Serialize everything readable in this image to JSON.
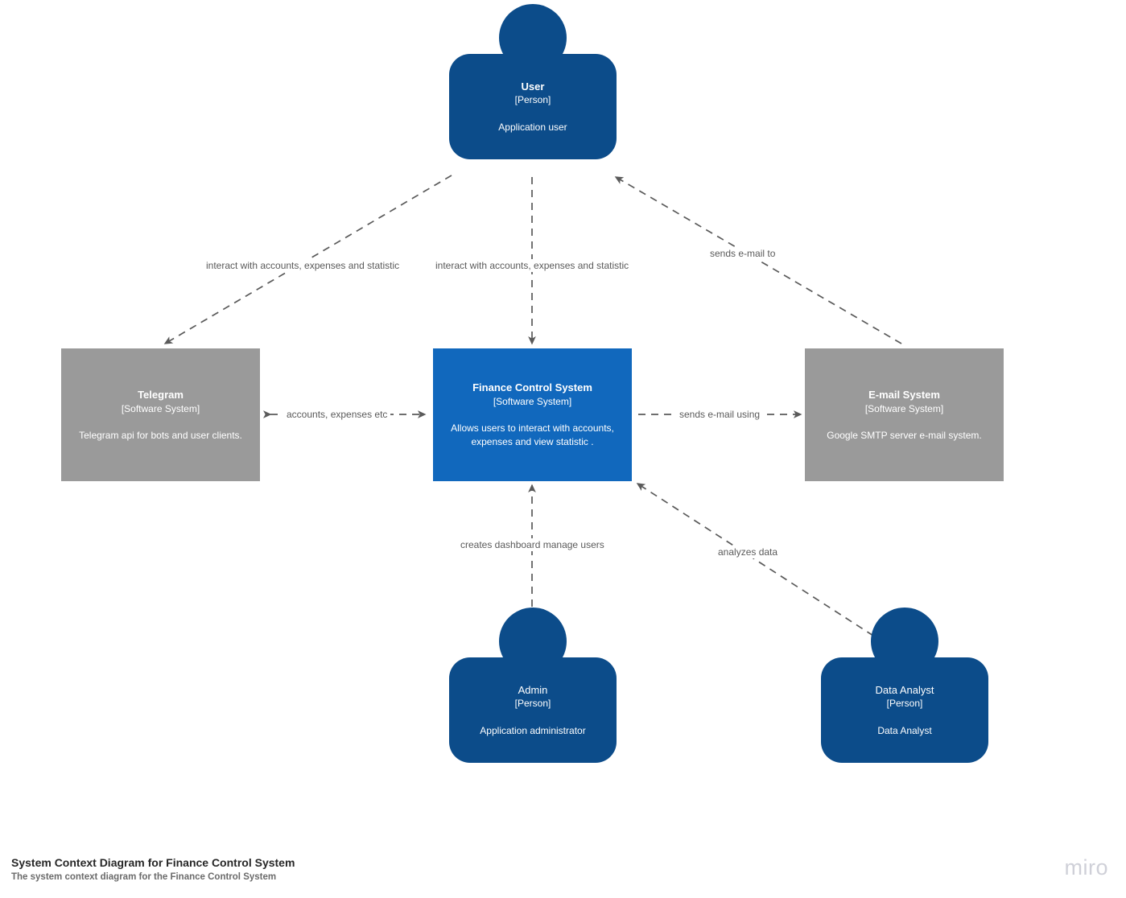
{
  "diagram": {
    "type": "C4 System Context Diagram",
    "background_color": "#ffffff",
    "person_color": "#0c4c8a",
    "external_system_color": "#9a9a9a",
    "focus_system_color": "#1168bd",
    "edge_color": "#5a5a5a",
    "label_color": "#5a5a5a"
  },
  "nodes": {
    "user": {
      "name": "User",
      "type": "[Person]",
      "description": "Application user"
    },
    "admin": {
      "name": "Admin",
      "type": "[Person]",
      "description": "Application administrator"
    },
    "data_analyst": {
      "name": "Data Analyst",
      "type": "[Person]",
      "description": "Data Analyst"
    },
    "telegram": {
      "name": "Telegram",
      "type": "[Software System]",
      "description": "Telegram api for bots and user clients."
    },
    "finance_control_system": {
      "name": "Finance Control System",
      "type": "[Software System]",
      "description_line1": "Allows users to interact with accounts,",
      "description_line2": "expenses and view statistic ."
    },
    "email_system": {
      "name": "E-mail System",
      "type": "[Software System]",
      "description": "Google SMTP server e-mail system."
    }
  },
  "edges": {
    "user_to_telegram": "interact with accounts, expenses and statistic",
    "user_to_finance": "interact with accounts, expenses and statistic",
    "email_to_user": "sends e-mail to",
    "telegram_finance": "accounts, expenses etc",
    "finance_to_email": "sends e-mail using",
    "admin_to_finance": "creates dashboard manage users",
    "analyst_to_finance": "analyzes data"
  },
  "footer": {
    "title": "System Context Diagram for Finance Control System",
    "subtitle": "The system context diagram for the Finance Control System"
  },
  "watermark": {
    "label": "miro"
  }
}
